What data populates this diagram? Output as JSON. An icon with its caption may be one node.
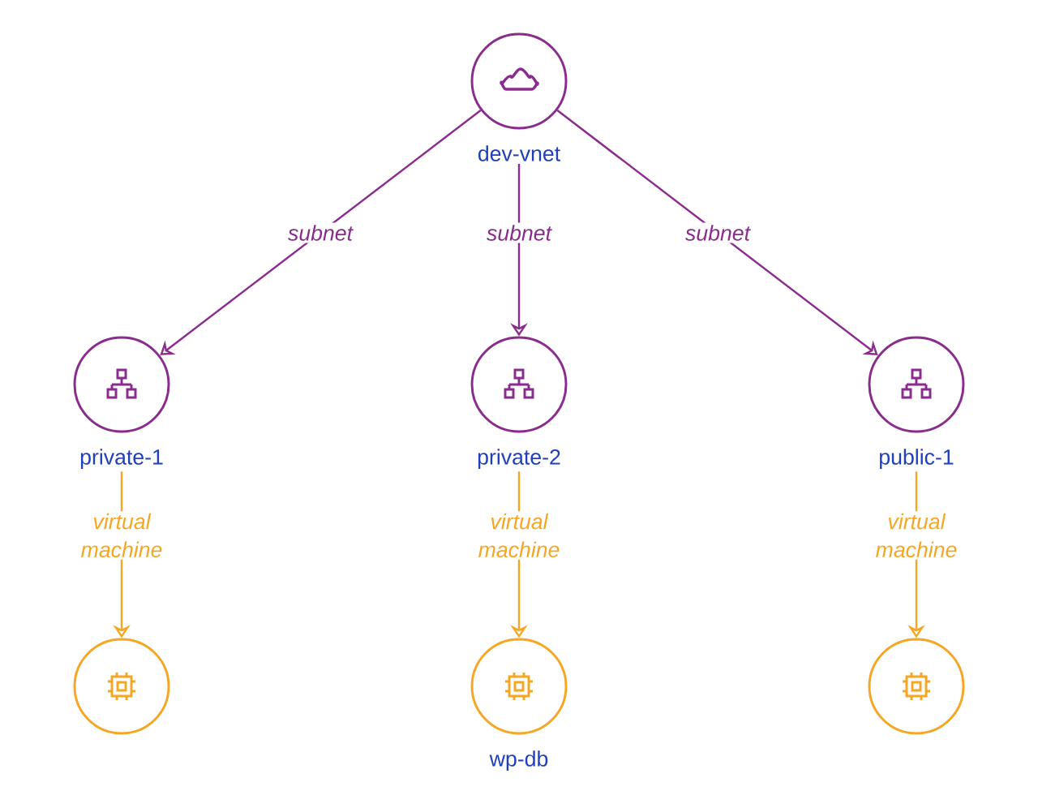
{
  "diagram": {
    "nodes": [
      {
        "text": [
          "dev-vnet"
        ]
      },
      {
        "text": [
          "private-1"
        ]
      },
      {
        "text": [
          "private-2"
        ]
      },
      {
        "text": [
          "public-1"
        ]
      },
      {
        "text": [],
        "shape": "circle"
      },
      {
        "text": [
          "wp-db"
        ]
      },
      {
        "text": [],
        "shape": "circle"
      }
    ],
    "edges": [
      {
        "from": 0,
        "to": 1,
        "arrow": "to",
        "label": "subnet"
      },
      {
        "from": 0,
        "to": 2,
        "arrow": "to",
        "label": "subnet"
      },
      {
        "from": 0,
        "to": 3,
        "arrow": "to",
        "label": "subnet"
      },
      {
        "from": 1,
        "to": 4,
        "arrow": "to",
        "label": "virtual machine",
        "color": "#f5a623"
      },
      {
        "from": 2,
        "to": 5,
        "arrow": "to",
        "label": "virtual machine",
        "color": "#f5a623"
      },
      {
        "from": 3,
        "to": 6,
        "arrow": "to",
        "label": "virtual machine",
        "color": "#f5a623"
      }
    ]
  }
}
